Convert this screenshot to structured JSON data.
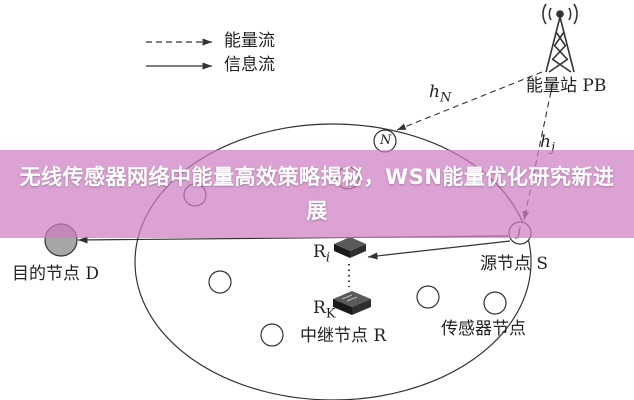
{
  "legend": {
    "energy_flow": "能量流",
    "info_flow": "信息流"
  },
  "station": {
    "label": "能量站 PB"
  },
  "channels": {
    "hN": "h",
    "hN_sub": "N",
    "hj": "h",
    "hj_sub": "j"
  },
  "nodes": {
    "N": "N",
    "j": "j",
    "Ri": "R",
    "Ri_sub": "i",
    "RK": "R",
    "RK_sub": "K",
    "source": "源节点 S",
    "destination": "目的节点 D",
    "relay": "中继节点 R",
    "sensor": "传感器节点"
  },
  "banner": {
    "title": "无线传感器网络中能量高效策略揭秘，WSN能量优化研究新进展"
  },
  "colors": {
    "line": "#333333",
    "banner": "#ce7ec4",
    "node_fill": "#ffffff"
  }
}
